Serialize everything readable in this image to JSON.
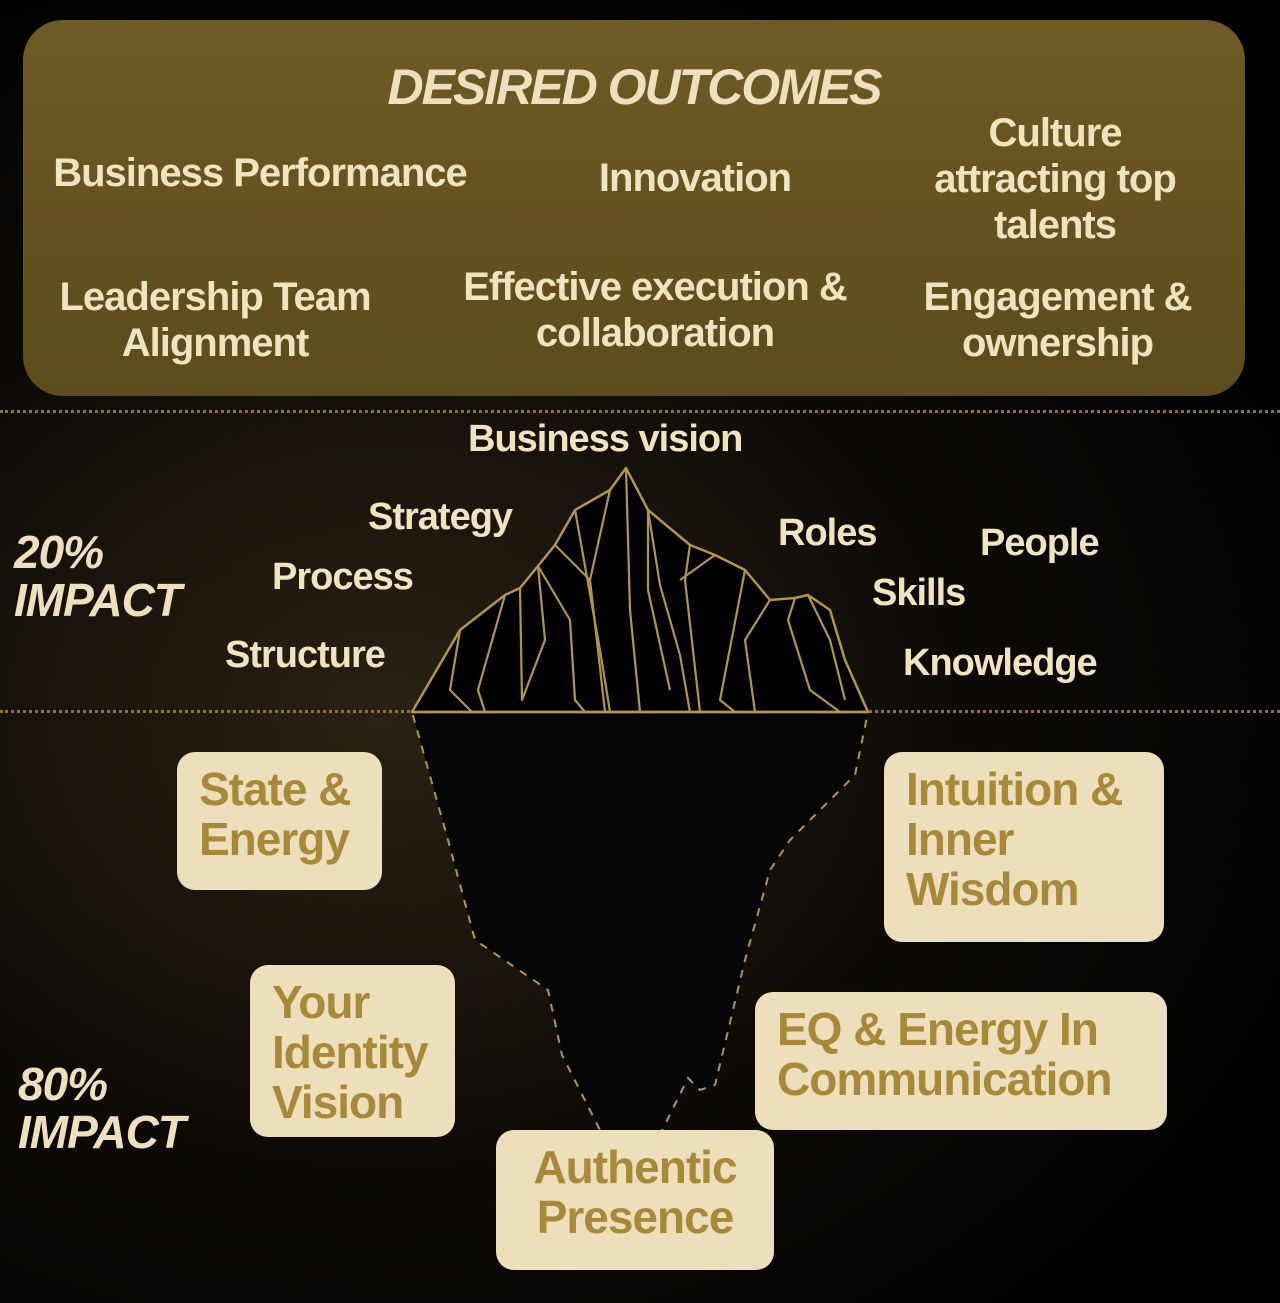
{
  "panel": {
    "title": "DESIRED OUTCOMES",
    "outcomes": [
      "Business Performance",
      "Innovation",
      "Culture attracting top talents",
      "Leadership Team Alignment",
      "Effective execution & collaboration",
      "Engagement & ownership"
    ]
  },
  "tip": {
    "impact": "20% IMPACT",
    "labels": [
      "Business vision",
      "Strategy",
      "Process",
      "Structure",
      "Roles",
      "People",
      "Skills",
      "Knowledge"
    ]
  },
  "below": {
    "impact": "80% IMPACT",
    "boxes": [
      "State & Energy",
      "Intuition & Inner Wisdom",
      "Your Identity Vision",
      "EQ & Energy In Communication",
      "Authentic Presence"
    ]
  },
  "colors": {
    "panel": "#6e5a24",
    "gold": "#a8893a",
    "box": "#eddfbc",
    "text": "#efe3c0"
  }
}
